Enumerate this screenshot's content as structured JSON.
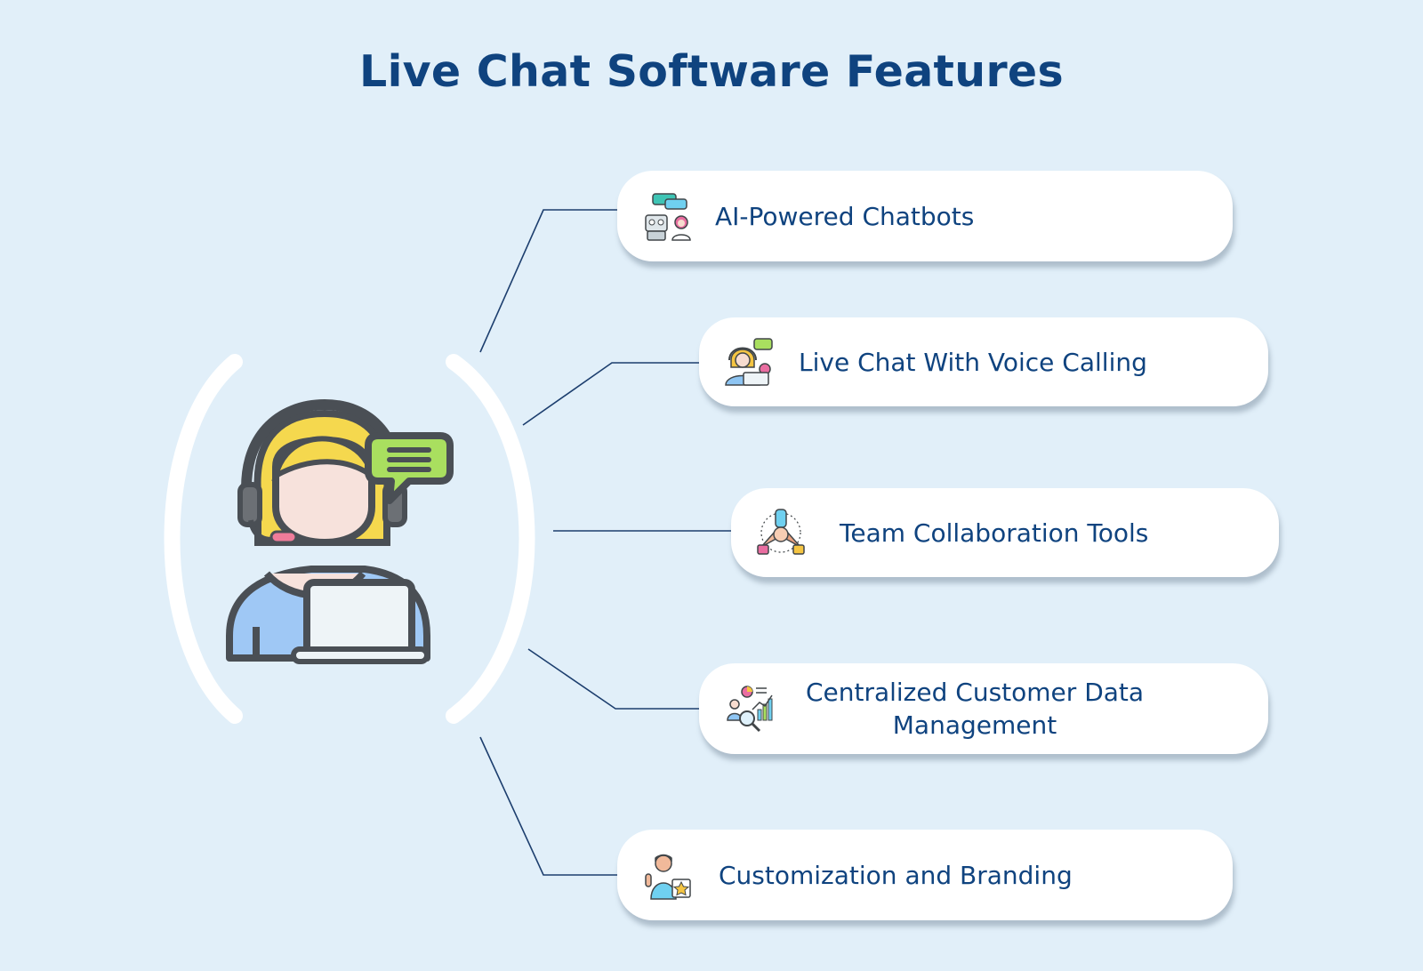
{
  "title": "Live Chat Software Features",
  "features": [
    {
      "label": "AI-Powered Chatbots",
      "icon": "chatbot-icon"
    },
    {
      "label": "Live Chat With Voice Calling",
      "icon": "voice-agent-icon"
    },
    {
      "label": "Team Collaboration Tools",
      "icon": "team-hands-icon"
    },
    {
      "label": "Centralized Customer Data Management",
      "icon": "data-analytics-icon"
    },
    {
      "label": "Customization and Branding",
      "icon": "branding-icon"
    }
  ],
  "colors": {
    "background": "#e1eff9",
    "title": "#0f437f",
    "card": "#ffffff",
    "connector": "#1c3e6e"
  }
}
